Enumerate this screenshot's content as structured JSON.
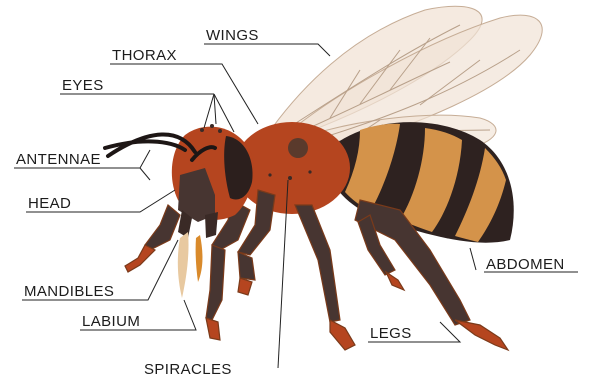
{
  "labels": {
    "wings": "WINGS",
    "thorax": "THORAX",
    "eyes": "EYES",
    "antennae": "ANTENNAE",
    "head": "HEAD",
    "mandibles": "MANDIBLES",
    "labium": "LABIUM",
    "spiracles": "SPIRACLES",
    "legs": "LEGS",
    "abdomen": "ABDOMEN"
  },
  "colors": {
    "thorax": "#b5451f",
    "dark_brown": "#3a2a26",
    "leg_brown": "#473531",
    "stripe_tan": "#d4934a",
    "abdomen_dark": "#2e2220",
    "wing_fill": "#f1e3d5",
    "wing_vein": "#b8a08a",
    "leader_line": "#222222",
    "label_text": "#1c1c1c"
  }
}
